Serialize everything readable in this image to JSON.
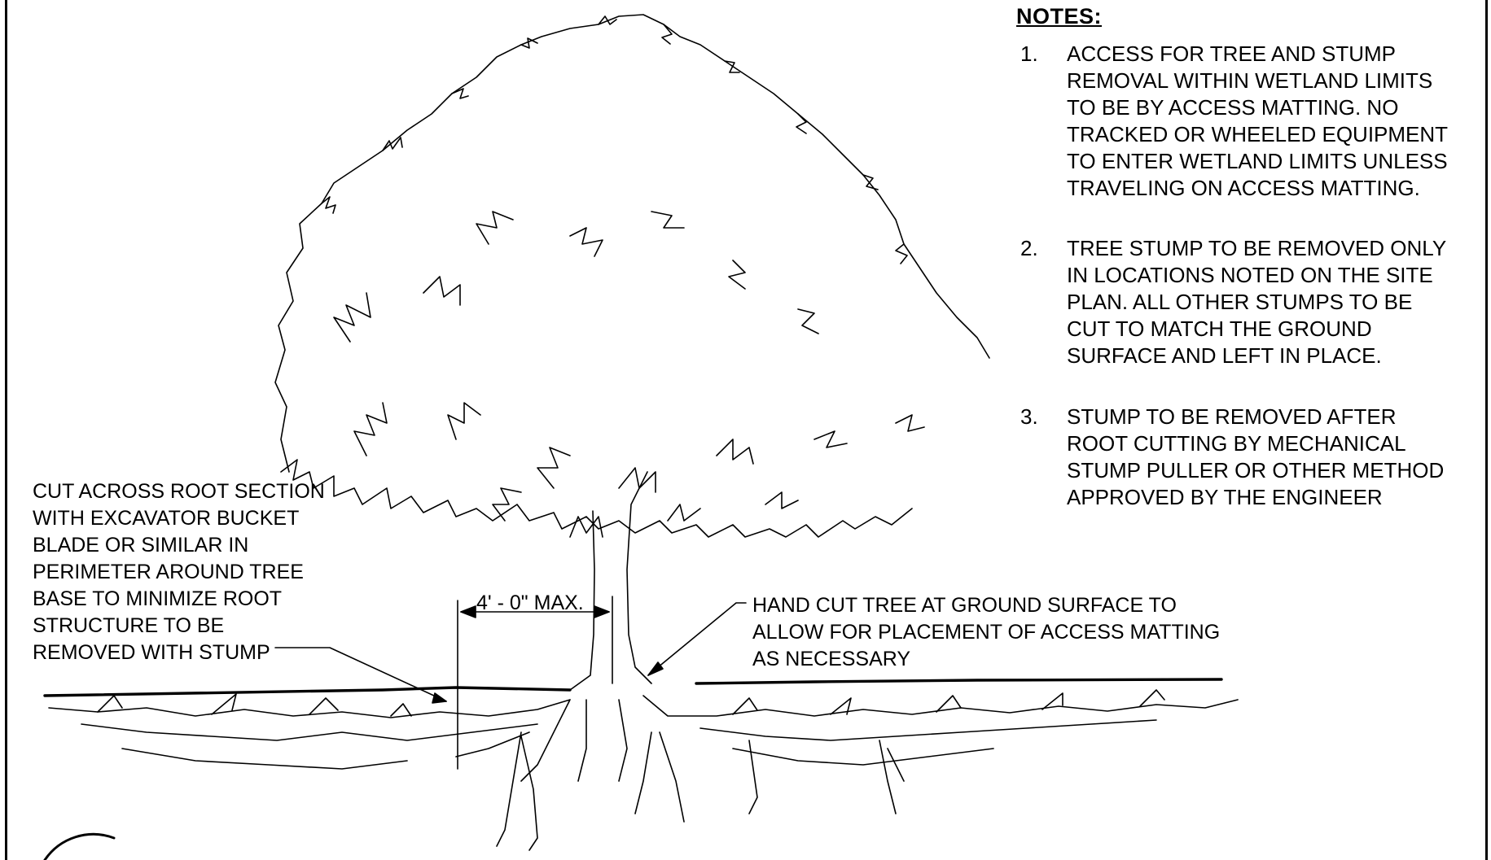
{
  "notes": {
    "title": "NOTES:",
    "items": [
      {
        "number": "1.",
        "text": "ACCESS FOR TREE AND STUMP REMOVAL WITHIN WETLAND LIMITS TO BE BY ACCESS MATTING. NO TRACKED OR WHEELED EQUIPMENT TO ENTER WETLAND LIMITS UNLESS TRAVELING ON ACCESS MATTING."
      },
      {
        "number": "2.",
        "text": "TREE STUMP TO  BE REMOVED ONLY IN LOCATIONS NOTED ON THE SITE PLAN. ALL OTHER STUMPS TO BE CUT TO MATCH THE GROUND SURFACE AND LEFT IN PLACE."
      },
      {
        "number": "3.",
        "text": "STUMP TO BE REMOVED AFTER ROOT CUTTING BY MECHANICAL STUMP PULLER OR OTHER METHOD APPROVED BY THE ENGINEER"
      }
    ]
  },
  "callouts": {
    "root_cut": "CUT ACROSS ROOT SECTION\nWITH EXCAVATOR BUCKET\nBLADE OR SIMILAR IN\nPERIMETER AROUND TREE\nBASE TO MINIMIZE ROOT\nSTRUCTURE TO BE\nREMOVED WITH STUMP",
    "hand_cut": "HAND CUT TREE AT GROUND SURFACE TO\nALLOW FOR PLACEMENT OF ACCESS MATTING\nAS NECESSARY"
  },
  "dimension": {
    "label": "4' - 0\" MAX."
  },
  "colors": {
    "line": "#000000",
    "background": "#ffffff"
  }
}
